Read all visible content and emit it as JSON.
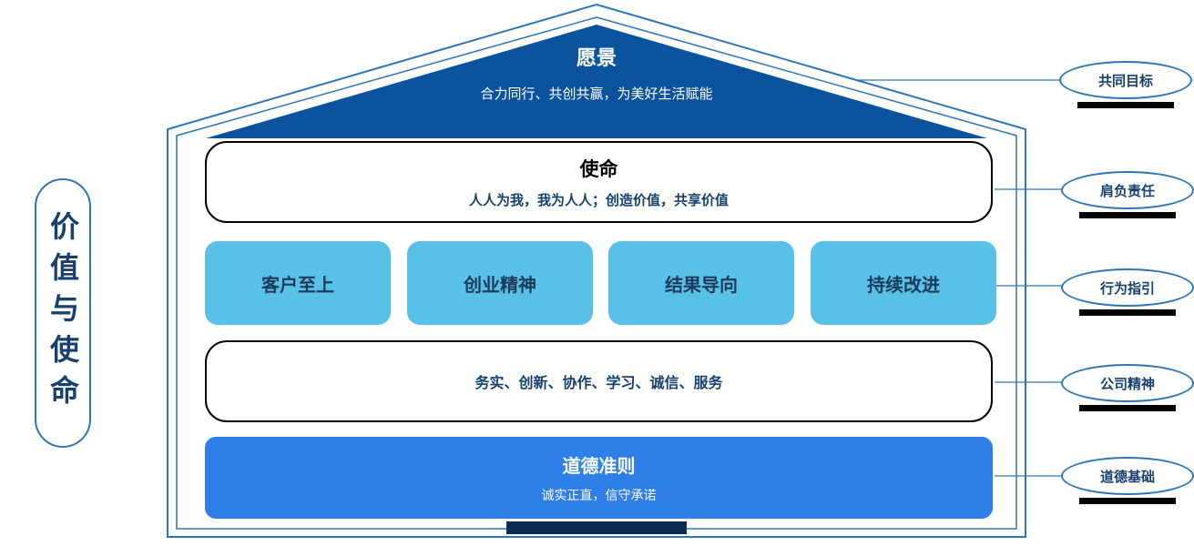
{
  "left_capsule": {
    "label": "价值与使命"
  },
  "roof": {
    "title": "愿景",
    "subtitle": "合力同行、共创共赢，为美好生活赋能"
  },
  "mission": {
    "title": "使命",
    "subtitle": "人人为我，我为人人；创造价值，共享价值"
  },
  "values": [
    "客户至上",
    "创业精神",
    "结果导向",
    "持续改进"
  ],
  "spirit": {
    "text": "务实、创新、协作、学习、诚信、服务"
  },
  "ethics": {
    "title": "道德准则",
    "subtitle": "诚实正直，信守承诺"
  },
  "annotations": [
    "共同目标",
    "肩负责任",
    "行为指引",
    "公司精神",
    "道德基础"
  ],
  "colors": {
    "roof_fill": "#0B549D",
    "value_tile": "#59C1E8",
    "ethics_fill": "#2F7FE9",
    "outline_blue": "#2E75B6",
    "dark_text": "#17406F",
    "underline_black": "#000000"
  }
}
